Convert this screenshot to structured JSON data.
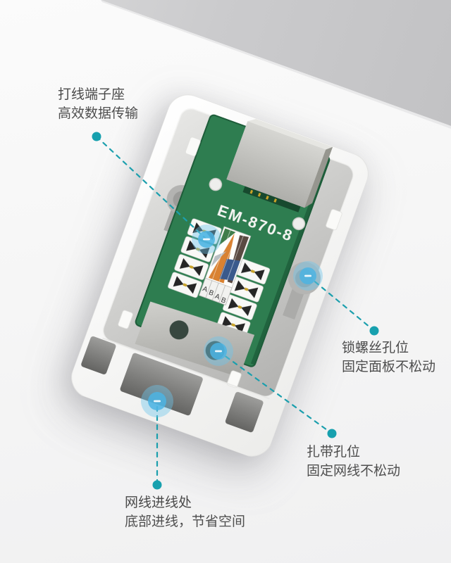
{
  "product": {
    "model_label": "EM-870-8",
    "wiring_letters": [
      "A",
      "B",
      "A",
      "B"
    ]
  },
  "callouts": [
    {
      "id": "terminal",
      "title": "打线端子座",
      "subtitle": "高效数据传输"
    },
    {
      "id": "screw-hole",
      "title": "锁螺丝孔位",
      "subtitle": "固定面板不松动"
    },
    {
      "id": "cable-tie",
      "title": "扎带孔位",
      "subtitle": "固定网线不松动"
    },
    {
      "id": "cable-entry",
      "title": "网线进线处",
      "subtitle": "底部进线，节省空间"
    }
  ],
  "colors": {
    "accent_teal": "#1b9fad",
    "marker_blue": "#52b9e6",
    "pcb_green": "#2e7d50",
    "wall_gray": "#c9c9cb",
    "text_gray": "#4a4a4a"
  }
}
